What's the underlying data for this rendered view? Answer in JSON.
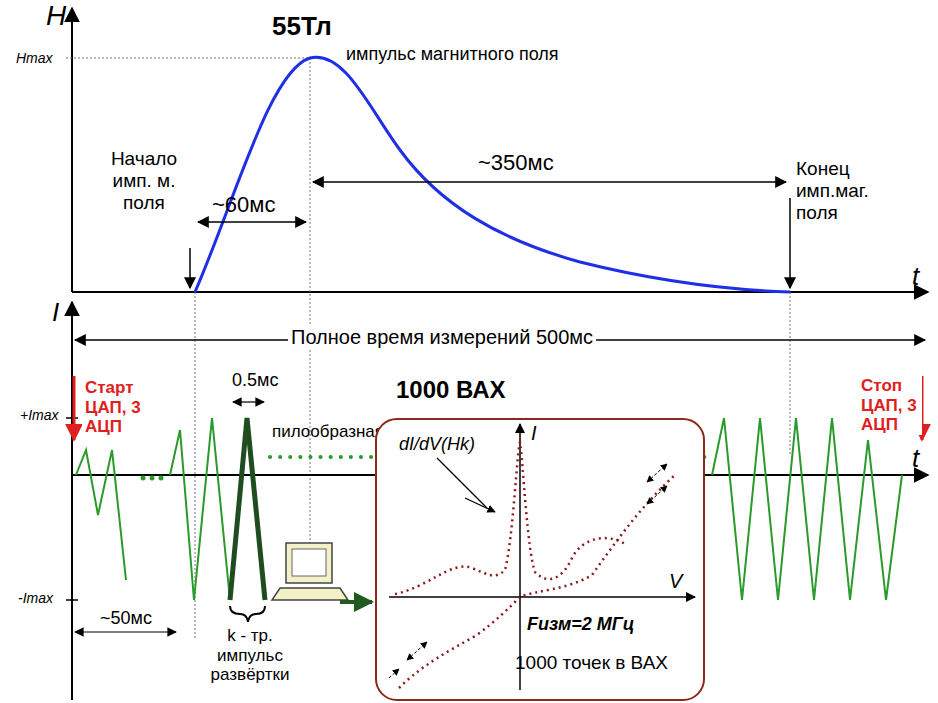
{
  "diagram": {
    "nodes": [
      {
        "text": [
          "dI/dV(Hk)",
          "I",
          "V",
          "Fизм=2 МГц",
          "1000 точек в ВАХ"
        ]
      }
    ],
    "labels": [
      "H",
      "Hmax",
      "55Тл",
      "импульс магнитного поля",
      "Начало имп. м. поля",
      "~60мс",
      "~350мс",
      "Конец имп.маг. поля",
      "t",
      "I",
      "Полное время измерений 500мс",
      "Старт ЦАП, 3 АЦП",
      "0.5мс",
      "1000 ВАХ",
      "+Imax",
      "пилообразная развертка тока через образец",
      "Стоп ЦАП, 3 АЦП",
      "t",
      "-Imax",
      "~50мс",
      "k - тр. импульс развёртки"
    ]
  }
}
